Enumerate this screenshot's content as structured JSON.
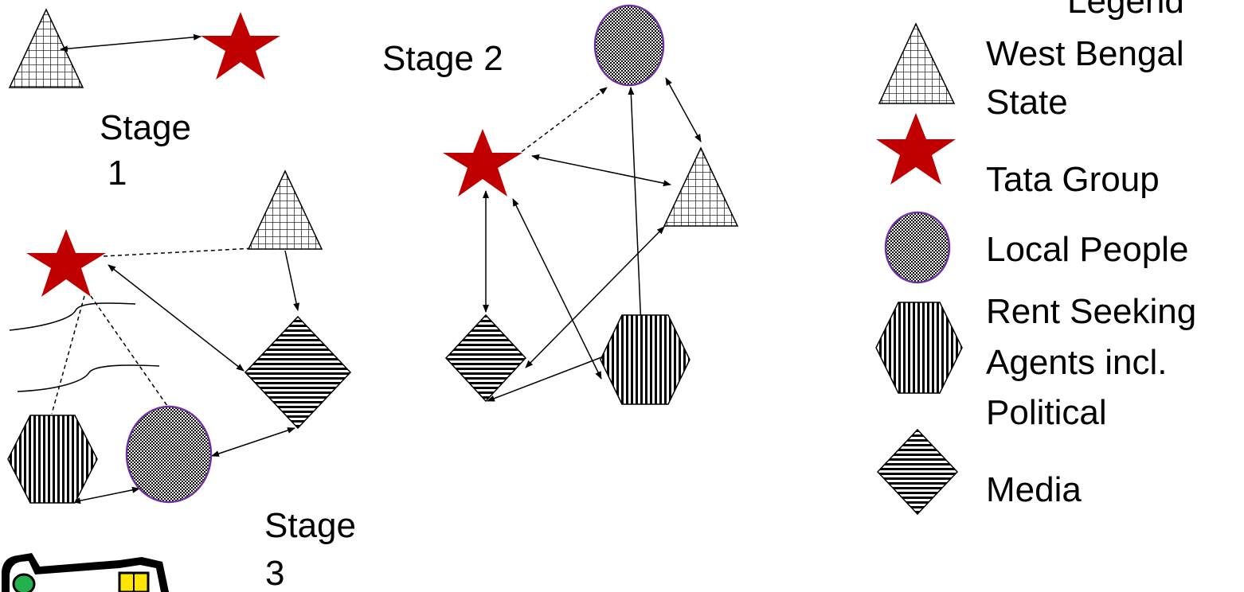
{
  "stages": {
    "stage1": {
      "line1": "Stage",
      "line2": "1"
    },
    "stage2": {
      "label": "Stage 2"
    },
    "stage3": {
      "line1": "Stage",
      "line2": "3"
    }
  },
  "legend": {
    "header_partial": "Legend",
    "west_bengal": {
      "line1": "West Bengal",
      "line2": "State"
    },
    "tata": "Tata Group",
    "local_people": "Local People",
    "rent_seeking": {
      "line1": "Rent Seeking",
      "line2": "Agents incl.",
      "line3": "Political"
    },
    "media": "Media"
  },
  "colors": {
    "star": "#c00000",
    "circle_stroke": "#7030a0",
    "clipart_green": "#22b14c",
    "clipart_yellow": "#ffe600"
  },
  "icons": [
    "triangle-grid-icon",
    "star-icon",
    "checkered-circle-icon",
    "hexagon-vertical-stripes-icon",
    "diamond-horizontal-stripes-icon"
  ]
}
